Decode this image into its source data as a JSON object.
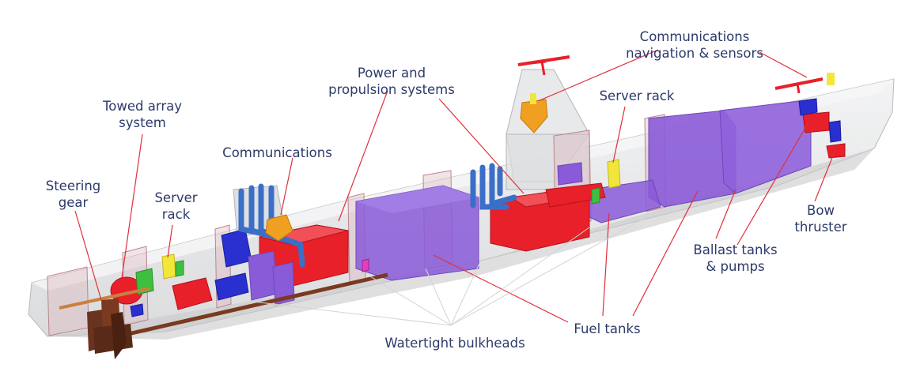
{
  "labels": {
    "comms_nav": "Communications\nnavigation & sensors",
    "power": "Power and\npropulsion systems",
    "server_rack_top": "Server rack",
    "towed_array": "Towed array\nsystem",
    "communications": "Communications",
    "steering": "Steering\ngear",
    "server_rack_left": "Server\nrack",
    "bow_thruster": "Bow\nthruster",
    "ballast": "Ballast tanks\n& pumps",
    "fuel": "Fuel tanks",
    "bulkheads": "Watertight bulkheads"
  },
  "colors": {
    "label_text": "#2d3a6b",
    "leader_line": "#e0303a",
    "hull": "#d9dadc",
    "tank": "#8a5bd8",
    "machinery": "#e8202a",
    "motor": "#2a2fcf",
    "rack": "#f2e63a",
    "antenna": "#f0a020",
    "exhaust": "#3a6fc8",
    "pump": "#3fbf3f",
    "shaft": "#8a4a2a"
  }
}
